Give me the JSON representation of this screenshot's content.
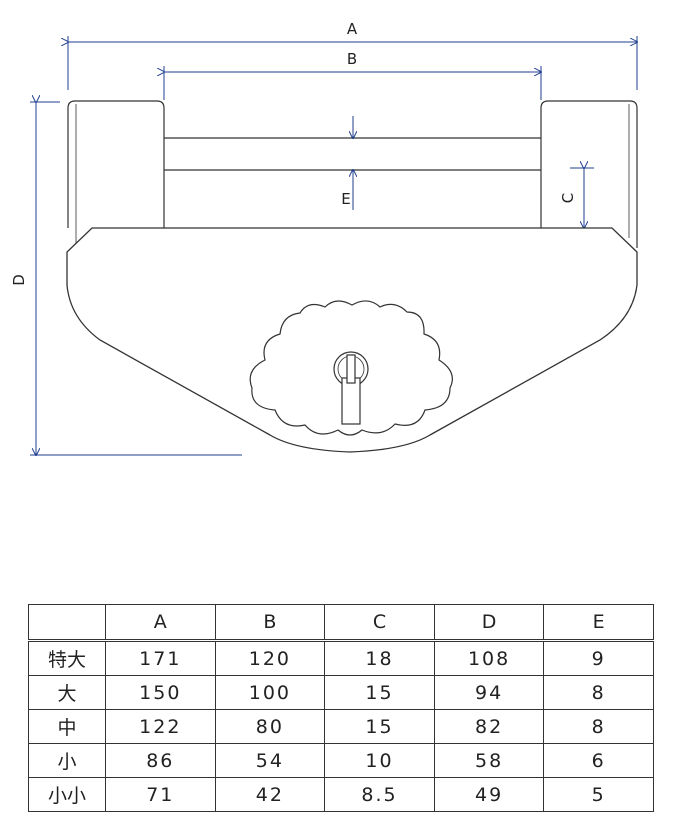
{
  "dimension_labels": {
    "a": "A",
    "b": "B",
    "c": "C",
    "d": "D",
    "e": "E"
  },
  "colors": {
    "dimension_line": "#1f3f8f",
    "outline": "#333333"
  },
  "table": {
    "headers": [
      "",
      "A",
      "B",
      "C",
      "D",
      "E"
    ],
    "rows": [
      [
        "特大",
        "171",
        "120",
        "18",
        "108",
        "9"
      ],
      [
        "大",
        "150",
        "100",
        "15",
        "94",
        "8"
      ],
      [
        "中",
        "122",
        "80",
        "15",
        "82",
        "8"
      ],
      [
        "小",
        "86",
        "54",
        "10",
        "58",
        "6"
      ],
      [
        "小小",
        "71",
        "42",
        "8.5",
        "49",
        "5"
      ]
    ]
  }
}
